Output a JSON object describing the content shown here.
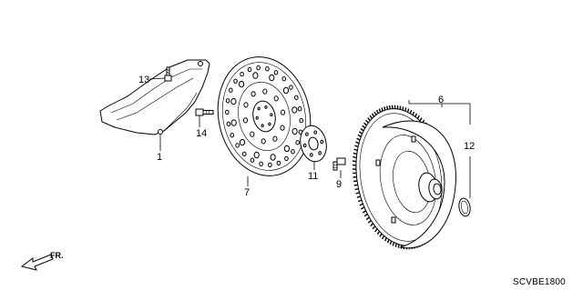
{
  "diagram": {
    "callouts": {
      "p1": "1",
      "p6": "6",
      "p7": "7",
      "p9": "9",
      "p11": "11",
      "p12": "12",
      "p13": "13",
      "p14": "14"
    },
    "direction_label": "FR.",
    "figure_code": "SCVBE1800"
  }
}
